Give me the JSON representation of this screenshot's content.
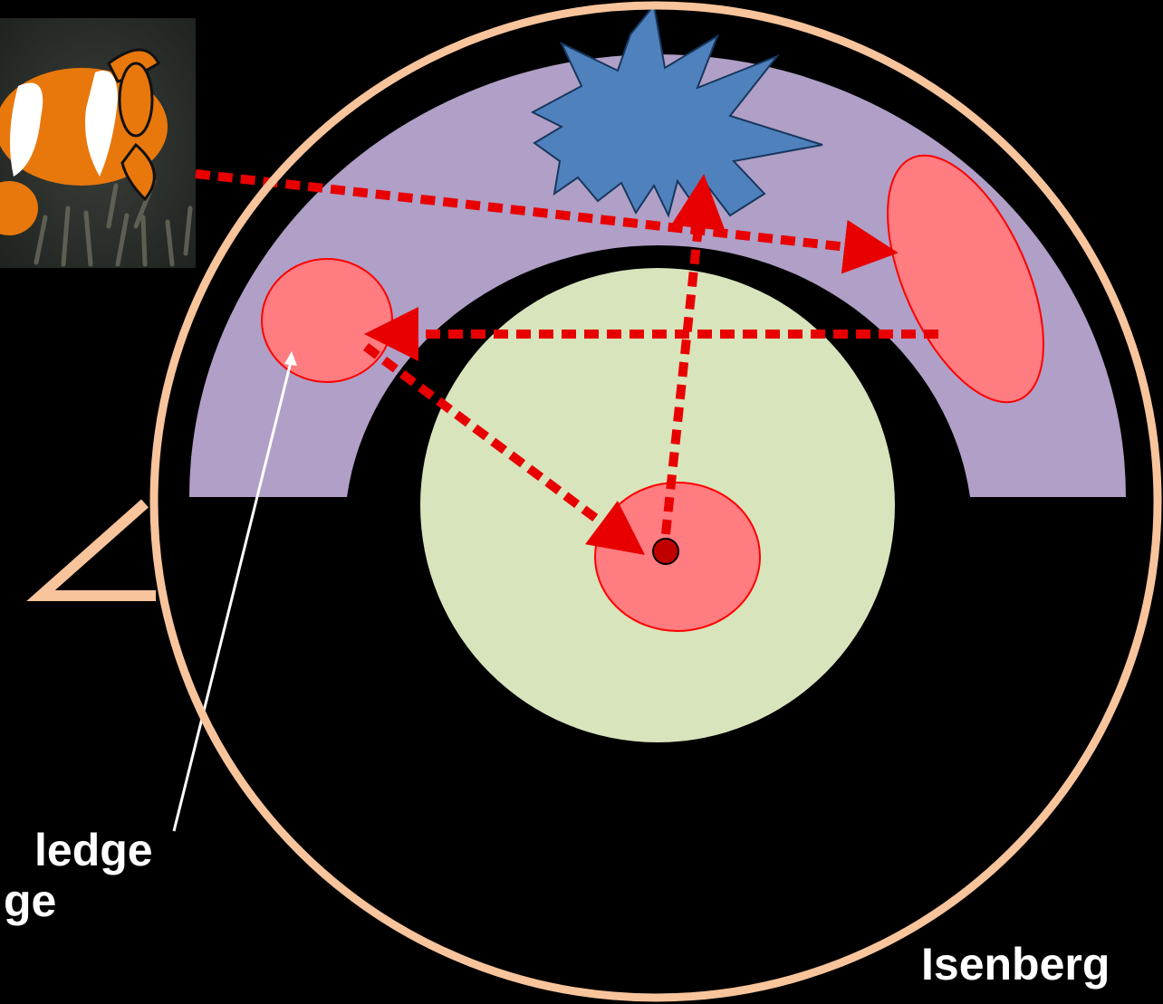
{
  "labels": {
    "knowledge_fragment": "ledge",
    "edge_fragment": "ge",
    "author_fragment": "Isenberg"
  },
  "photo": {
    "subject": "clownfish"
  },
  "colors": {
    "background": "#000000",
    "outer_circle_stroke": "#F8C49C",
    "arc_band_fill": "#B09FC6",
    "core_fill": "#D8E4BC",
    "region_fill": "#FF7C80",
    "region_stroke": "#FF0000",
    "arrow_color": "#E80000",
    "star_fill": "#4F81BD",
    "star_stroke": "#17375E",
    "pointer_line": "#FFFFFF"
  }
}
